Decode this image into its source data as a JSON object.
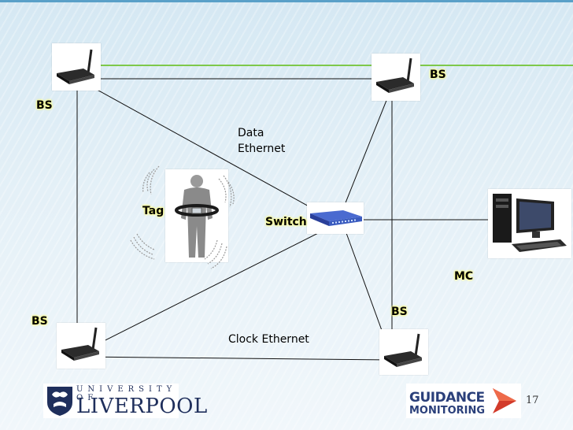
{
  "labels": {
    "bs_top_right": "BS",
    "bs_top_left": "BS",
    "data_ethernet_line1": "Data",
    "data_ethernet_line2": "Ethernet",
    "tag": "Tag",
    "switch": "Switch",
    "mc": "MC",
    "bs_bottom_right": "BS",
    "bs_bottom_left": "BS",
    "clock_ethernet": "Clock Ethernet"
  },
  "logos": {
    "university_top": "UNIVERSITY OF",
    "university_main": "LIVERPOOL",
    "guidance_line1": "GUIDANCE",
    "guidance_line2": "MONITORING"
  },
  "page_number": "17",
  "colors": {
    "wire": "#111111",
    "highlight_line": "#7ec84a",
    "switch_blue": "#3a5bbf",
    "logo_navy": "#1f2f5c",
    "guidance_red": "#d23a2a"
  }
}
